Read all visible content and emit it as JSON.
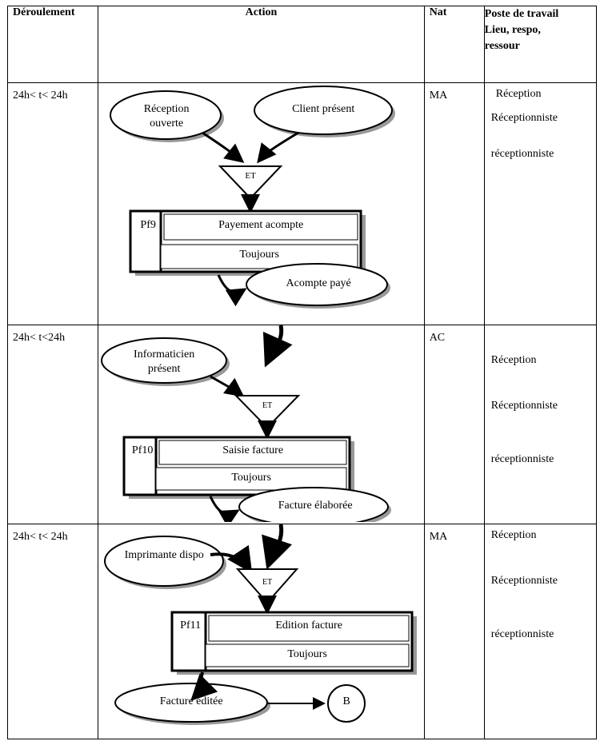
{
  "table": {
    "headers": {
      "deroulement": "Déroulement",
      "action": "Action",
      "nat": "Nat",
      "poste_line1": "Poste de travail",
      "poste_line2": "Lieu, respo,",
      "poste_line3": "ressour"
    },
    "rows": [
      {
        "deroulement": "24h< t< 24h",
        "nat": "MA",
        "poste": [
          "Réception",
          "Réceptionniste",
          "",
          "réceptionniste"
        ],
        "diagram": {
          "events": [
            "Réception ouverte",
            "Client présent"
          ],
          "gate": "ET",
          "activity_code": "Pf9",
          "activity_label": "Payement acompte",
          "activity_condition": "Toujours",
          "result": "Acompte payé"
        }
      },
      {
        "deroulement": "24h< t<24h",
        "nat": "AC",
        "poste": [
          "",
          "Réception",
          "",
          "Réceptionniste",
          "",
          "réceptionniste"
        ],
        "diagram": {
          "events": [
            "Informaticien présent"
          ],
          "gate": "ET",
          "activity_code": "Pf10",
          "activity_label": "Saisie  facture",
          "activity_condition": "Toujours",
          "result": "Facture élaborée"
        }
      },
      {
        "deroulement": "24h< t< 24h",
        "nat": "MA",
        "poste": [
          "Réception",
          "",
          "Réceptionniste",
          "",
          "réceptionniste"
        ],
        "diagram": {
          "events": [
            "Imprimante dispo"
          ],
          "gate": "ET",
          "activity_code": "Pf11",
          "activity_label": "Edition facture",
          "activity_condition": "Toujours",
          "result": "Facture éditée",
          "terminator": "B"
        }
      }
    ]
  }
}
